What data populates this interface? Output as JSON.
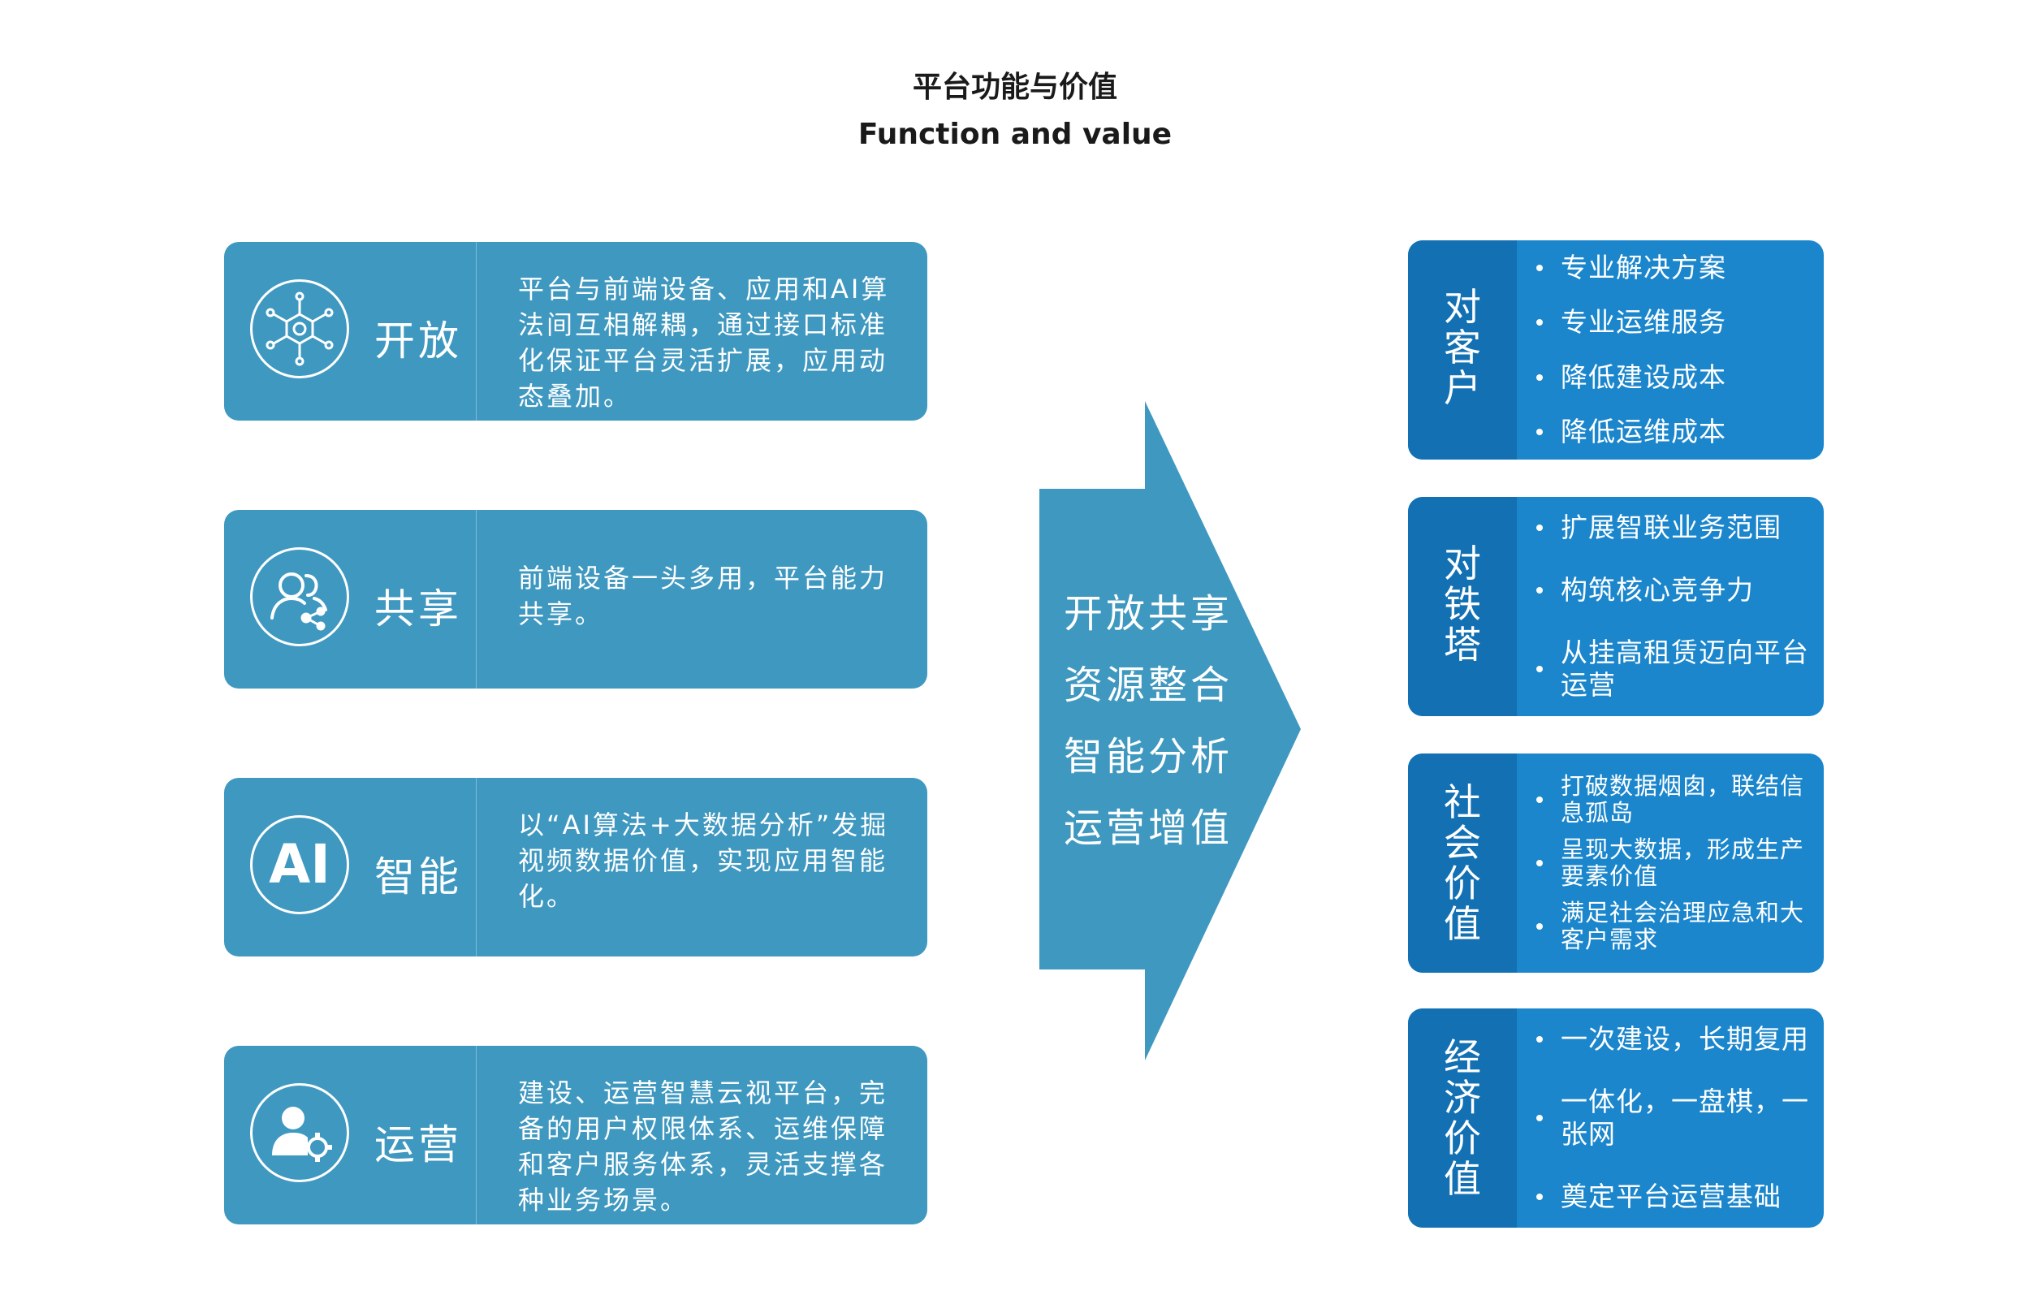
{
  "title_zh": "平台功能与价值",
  "title_en": "Function and value",
  "left_cards": [
    {
      "name": "开放",
      "icon": "hexagon-network-icon",
      "desc": "平台与前端设备、应用和AI算法间互相解耦，通过接口标准化保证平台灵活扩展，应用动态叠加。"
    },
    {
      "name": "共享",
      "icon": "users-share-icon",
      "desc": "前端设备一头多用，平台能力共享。"
    },
    {
      "name": "智能",
      "icon": "ai-icon",
      "icon_text": "AI",
      "desc": "以“AI算法+大数据分析”发掘视频数据价值，实现应用智能化。"
    },
    {
      "name": "运营",
      "icon": "user-gear-icon",
      "desc": "建设、运营智慧云视平台，完备的用户权限体系、运维保障和客户服务体系，灵活支撑各种业务场景。"
    }
  ],
  "arrow_lines": [
    "开放共享",
    "资源整合",
    "智能分析",
    "运营增值"
  ],
  "right_cards": [
    {
      "label_lines": [
        "对",
        "客",
        "户"
      ],
      "items": [
        "专业解决方案",
        "专业运维服务",
        "降低建设成本",
        "降低运维成本"
      ]
    },
    {
      "label_lines": [
        "对",
        "铁",
        "塔"
      ],
      "items": [
        "扩展智联业务范围",
        "构筑核心竞争力",
        "从挂高租赁迈向平台运营"
      ]
    },
    {
      "label_lines": [
        "社",
        "会",
        "价",
        "值"
      ],
      "items": [
        "打破数据烟囱，联结信息孤岛",
        "呈现大数据，形成生产要素价值",
        "满足社会治理应急和大客户需求"
      ]
    },
    {
      "label_lines": [
        "经",
        "济",
        "价",
        "值"
      ],
      "items": [
        "一次建设，长期复用",
        "一体化，一盘棋，一张网",
        "奠定平台运营基础"
      ]
    }
  ],
  "colors": {
    "left_card": "#3f98c0",
    "arrow": "#3f98c0",
    "right_card": "#1b86cc",
    "right_head": "#1270b3"
  }
}
